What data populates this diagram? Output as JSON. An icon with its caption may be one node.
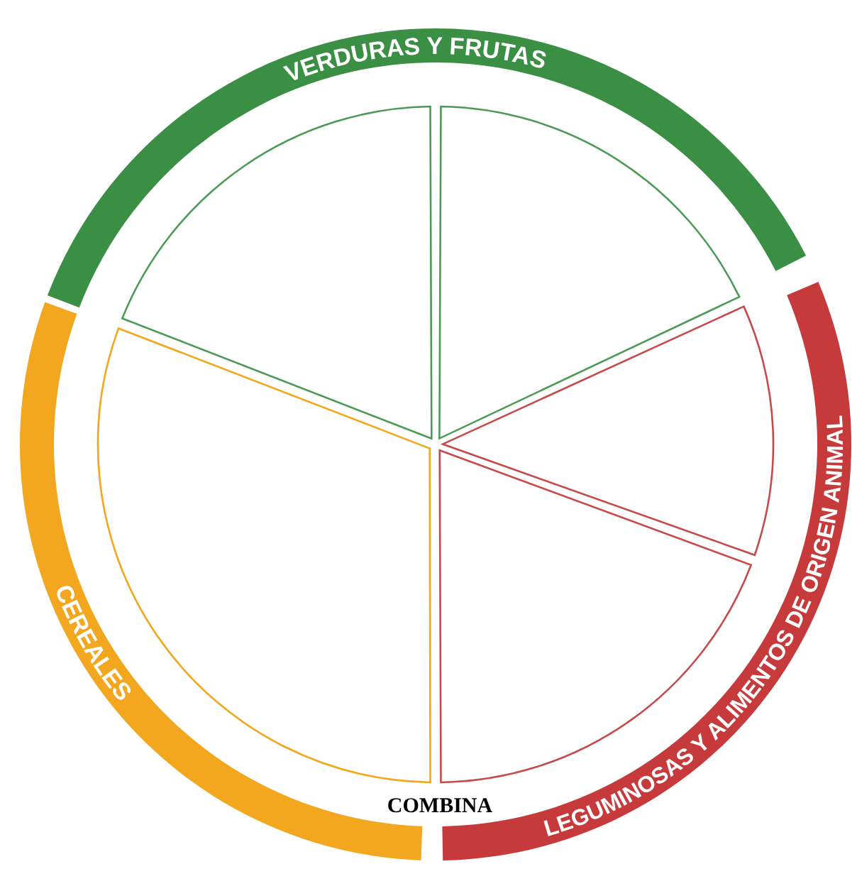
{
  "diagram": {
    "nodes": [
      {
        "text": [
          "VERDURAS Y FRUTAS"
        ]
      },
      {
        "text": [
          "LEGUMINOSAS Y ALIMENTOS DE ORIGEN ANIMAL"
        ]
      },
      {
        "text": [
          "CEREALES"
        ]
      }
    ],
    "edges": [],
    "labels": [
      "COMBINA"
    ]
  }
}
